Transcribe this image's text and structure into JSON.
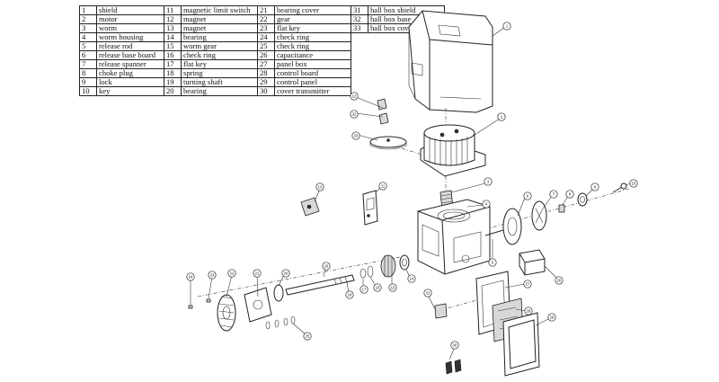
{
  "parts_list": [
    {
      "no": "1",
      "name": "shield"
    },
    {
      "no": "2",
      "name": "motor"
    },
    {
      "no": "3",
      "name": "worm"
    },
    {
      "no": "4",
      "name": "worm housing"
    },
    {
      "no": "5",
      "name": "release rod"
    },
    {
      "no": "6",
      "name": "release base board"
    },
    {
      "no": "7",
      "name": "release spanner"
    },
    {
      "no": "8",
      "name": "choke plug"
    },
    {
      "no": "9",
      "name": "lock"
    },
    {
      "no": "10",
      "name": "key"
    },
    {
      "no": "11",
      "name": "magnetic limit switch"
    },
    {
      "no": "12",
      "name": "magnet"
    },
    {
      "no": "13",
      "name": "magnet"
    },
    {
      "no": "14",
      "name": "bearing"
    },
    {
      "no": "15",
      "name": "worm gear"
    },
    {
      "no": "16",
      "name": "check ring"
    },
    {
      "no": "17",
      "name": "flat key"
    },
    {
      "no": "18",
      "name": "spring"
    },
    {
      "no": "19",
      "name": "turning shaft"
    },
    {
      "no": "20",
      "name": "bearing"
    },
    {
      "no": "21",
      "name": "bearing cover"
    },
    {
      "no": "22",
      "name": "gear"
    },
    {
      "no": "23",
      "name": "flat key"
    },
    {
      "no": "24",
      "name": "check ring"
    },
    {
      "no": "25",
      "name": "check ring"
    },
    {
      "no": "26",
      "name": "capacitance"
    },
    {
      "no": "27",
      "name": "panel box"
    },
    {
      "no": "28",
      "name": "control board"
    },
    {
      "no": "29",
      "name": "control panel"
    },
    {
      "no": "30",
      "name": "cover transmitter"
    },
    {
      "no": "31",
      "name": "hall box shield"
    },
    {
      "no": "32",
      "name": "hall box base"
    },
    {
      "no": "33",
      "name": "hall box cover"
    }
  ],
  "callouts": [
    "1",
    "2",
    "3",
    "4",
    "5",
    "6",
    "7",
    "8",
    "9",
    "10",
    "11",
    "12",
    "13",
    "14",
    "15",
    "16",
    "17",
    "18",
    "19",
    "20",
    "21",
    "22",
    "23",
    "24",
    "25",
    "26",
    "27",
    "28",
    "29",
    "30",
    "31",
    "32",
    "33"
  ]
}
